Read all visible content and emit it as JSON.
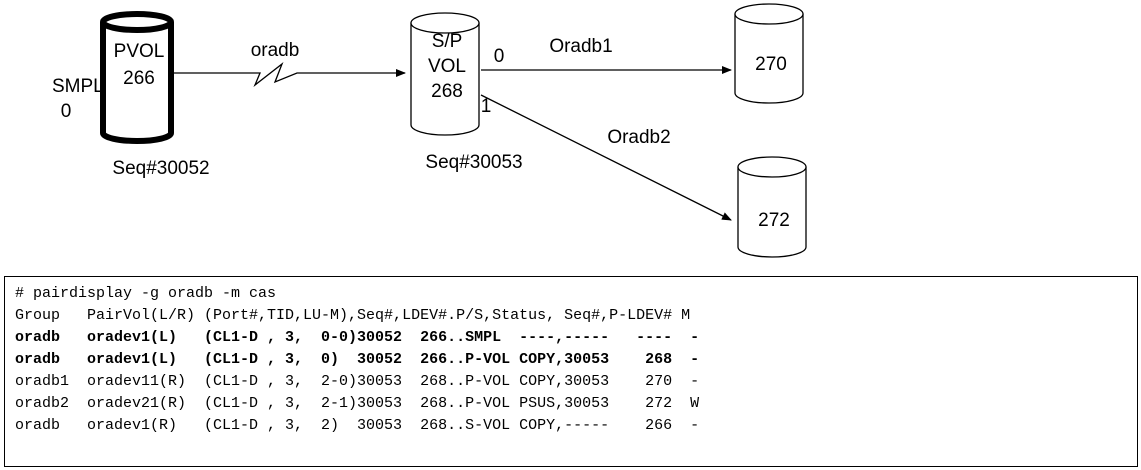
{
  "diagram": {
    "pvol": {
      "line1": "PVOL",
      "line2": "266"
    },
    "smpl": {
      "label": "SMPL",
      "port": "0"
    },
    "link_label": "oradb",
    "svol": {
      "line1": "S/P",
      "line2": "VOL",
      "line3": "268"
    },
    "port_0": "0",
    "port_1": "1",
    "oradb1_label": "Oradb1",
    "oradb2_label": "Oradb2",
    "vol_270": "270",
    "vol_272": "272",
    "seq_left": "Seq#30052",
    "seq_mid": "Seq#30053"
  },
  "terminal": {
    "lines": [
      {
        "text": "# pairdisplay -g oradb -m cas",
        "bold": false
      },
      {
        "text": "Group   PairVol(L/R) (Port#,TID,LU-M),Seq#,LDEV#.P/S,Status, Seq#,P-LDEV# M",
        "bold": false
      },
      {
        "text": "oradb   oradev1(L)   (CL1-D , 3,  0-0)30052  266..SMPL  ----,-----   ----  -",
        "bold": true
      },
      {
        "text": "oradb   oradev1(L)   (CL1-D , 3,  0)  30052  266..P-VOL COPY,30053    268  -",
        "bold": true
      },
      {
        "text": "oradb1  oradev11(R)  (CL1-D , 3,  2-0)30053  268..P-VOL COPY,30053    270  -",
        "bold": false
      },
      {
        "text": "oradb2  oradev21(R)  (CL1-D , 3,  2-1)30053  268..P-VOL PSUS,30053    272  W",
        "bold": false
      },
      {
        "text": "oradb   oradev1(R)   (CL1-D , 3,  2)  30053  268..S-VOL COPY,-----    266  -",
        "bold": false
      }
    ]
  }
}
